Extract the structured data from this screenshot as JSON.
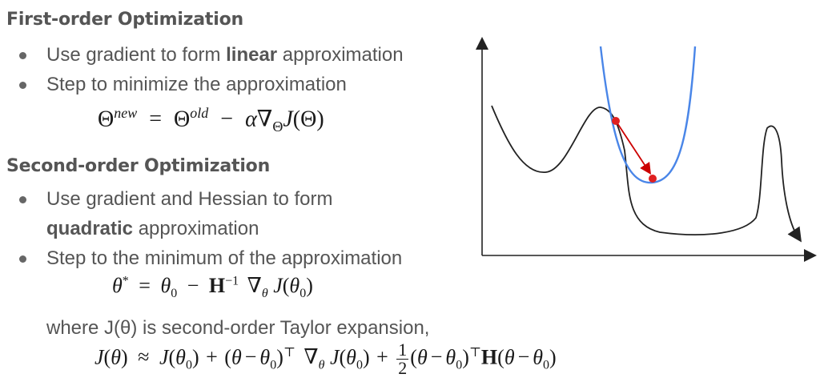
{
  "first_order": {
    "heading": "First-order Optimization",
    "bullet1": {
      "pre": "Use gradient to form ",
      "bold": "linear",
      "post": " approximation"
    },
    "bullet2": "Step to minimize the approximation"
  },
  "second_order": {
    "heading": "Second-order Optimization",
    "bullet1": {
      "line1": "Use gradient and Hessian to form",
      "bold": "quadratic",
      "post": " approximation"
    },
    "bullet2": "Step to the minimum of the approximation",
    "where_text": "where J(θ) is second-order Taylor expansion,"
  },
  "colors": {
    "text": "#555555",
    "loss_curve": "#222222",
    "quadratic_approx": "#4a86e8",
    "step_arrow": "#cc0000"
  }
}
